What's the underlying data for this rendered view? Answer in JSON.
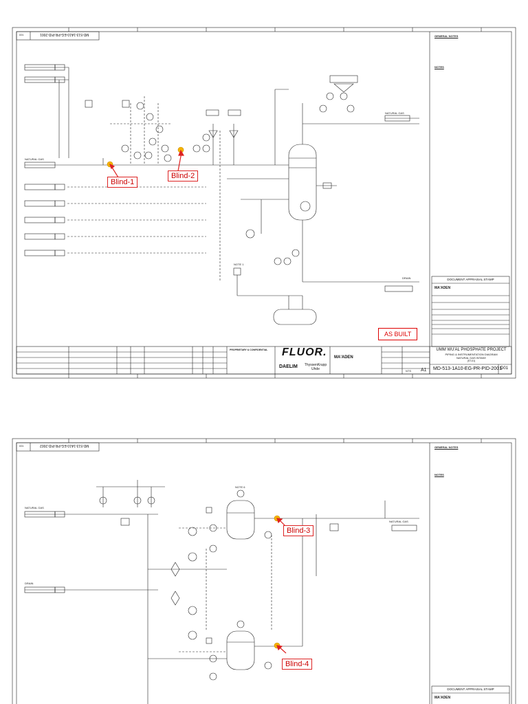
{
  "sheet1": {
    "sheet_no": "D01",
    "doc_rot": "MD-513-1A10-EG-PR-PID-2001",
    "general_notes_title": "GENERAL NOTES",
    "notes_title": "NOTES",
    "stamp_title": "DOCUMENT APPRAISAL STAMP",
    "stamp_code": "MA'ADEN",
    "proprietary": "PROPRIETARY & CONFIDENTIAL",
    "fluor": "FLUOR.",
    "daelim": "DAELIM",
    "thyssen": "ThyssenKrupp Uhde",
    "maaden": "MA'ADEN",
    "project_title": "UMM WU'AL PHOSPHATE PROJECT",
    "diagram_title": "PIPING & INSTRUMENTATION DIAGRAM",
    "unit_title": "NATURAL GAS INTAKE",
    "unit_code": "(ST-01)",
    "doc_number": "MD-513-1A10-EG-PR-PID-2001",
    "rev": "D01",
    "size": "A1",
    "scale": "NTS",
    "as_built": "AS BUILT",
    "blinds": [
      "Blind-1",
      "Blind-2"
    ],
    "tags": [
      "NATURAL GAS",
      "NATURAL GAS",
      "DRAIN",
      "NOTE 1"
    ]
  },
  "sheet2": {
    "sheet_no": "D01",
    "doc_rot": "MD-513-1A10-EG-PR-PID-2002",
    "general_notes_title": "GENERAL NOTES",
    "notes_title": "NOTES",
    "stamp_title": "DOCUMENT APPRAISAL STAMP",
    "stamp_code": "MA'ADEN",
    "blinds": [
      "Blind-3",
      "Blind-4"
    ],
    "tags": [
      "NATURAL GAS",
      "DRAIN",
      "NATURAL GAS",
      "NOTE 6"
    ]
  },
  "colors": {
    "line": "#222222",
    "annotation": "#dd2222",
    "highlight": "#f5b400",
    "paper": "#ffffff"
  }
}
